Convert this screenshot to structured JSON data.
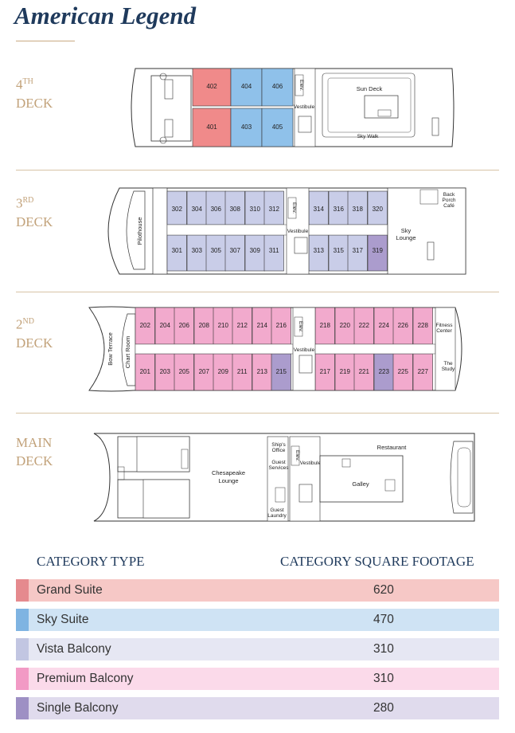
{
  "title": "American Legend",
  "colors": {
    "grand_suite": "#f08a8a",
    "sky_suite": "#8fc1ea",
    "vista_balcony": "#c9cde8",
    "premium_balcony": "#f2aacd",
    "single_balcony": "#ab9ccd"
  },
  "decks": [
    {
      "name": "4TH DECK",
      "ord": "4",
      "sup": "TH",
      "word": "DECK"
    },
    {
      "name": "3RD DECK",
      "ord": "3",
      "sup": "RD",
      "word": "DECK"
    },
    {
      "name": "2ND DECK",
      "ord": "2",
      "sup": "ND",
      "word": "DECK"
    },
    {
      "name": "MAIN DECK",
      "line1": "MAIN",
      "line2": "DECK"
    }
  ],
  "deck4": {
    "cabins_top": [
      "402",
      "404",
      "406"
    ],
    "cabins_bottom": [
      "401",
      "403",
      "405"
    ],
    "elev": "Elev.",
    "vestibule": "Vestibule",
    "sun_deck": "Sun Deck",
    "sky_walk": "Sky Walk"
  },
  "deck3": {
    "cabins_top": [
      "302",
      "304",
      "306",
      "308",
      "310",
      "312",
      "314",
      "316",
      "318",
      "320"
    ],
    "cabins_bottom": [
      "301",
      "303",
      "305",
      "307",
      "309",
      "311",
      "313",
      "315",
      "317",
      "319"
    ],
    "pilothouse": "Pilothouse",
    "elev": "Elev.",
    "vestibule": "Vestibule",
    "sky_lounge_1": "Sky",
    "sky_lounge_2": "Lounge",
    "back_porch_1": "Back",
    "back_porch_2": "Porch",
    "back_porch_3": "Café"
  },
  "deck2": {
    "cabins_top": [
      "202",
      "204",
      "206",
      "208",
      "210",
      "212",
      "214",
      "216",
      "218",
      "220",
      "222",
      "224",
      "226",
      "228"
    ],
    "cabins_bottom": [
      "201",
      "203",
      "205",
      "207",
      "209",
      "211",
      "213",
      "215",
      "217",
      "219",
      "221",
      "223",
      "225",
      "227"
    ],
    "bow_terrace": "Bow Terrace",
    "chart_room": "Chart Room",
    "elev": "Elev.",
    "vestibule": "Vestibule",
    "fitness_1": "Fitness",
    "fitness_2": "Center",
    "study_1": "The",
    "study_2": "Study"
  },
  "deck_main": {
    "chesapeake_1": "Chesapeake",
    "chesapeake_2": "Lounge",
    "ships_office_1": "Ship's",
    "ships_office_2": "Office",
    "guest_services_1": "Guest",
    "guest_services_2": "Services",
    "guest_laundry_1": "Guest",
    "guest_laundry_2": "Laundry",
    "elev": "Elev.",
    "vestibule": "Vestibule",
    "restaurant": "Restaurant",
    "galley": "Galley"
  },
  "legend": {
    "header_type": "CATEGORY TYPE",
    "header_footage": "CATEGORY SQUARE FOOTAGE",
    "rows": [
      {
        "name": "Grand Suite",
        "footage": "620",
        "swatch": "#e58a8e",
        "bg": "#f6c8c6"
      },
      {
        "name": "Sky Suite",
        "footage": "470",
        "swatch": "#7fb4e2",
        "bg": "#cfe3f4"
      },
      {
        "name": "Vista Balcony",
        "footage": "310",
        "swatch": "#c2c6e2",
        "bg": "#e6e7f3"
      },
      {
        "name": "Premium Balcony",
        "footage": "310",
        "swatch": "#f29ac5",
        "bg": "#fbdaea"
      },
      {
        "name": "Single Balcony",
        "footage": "280",
        "swatch": "#9e90c4",
        "bg": "#e0dbed"
      }
    ]
  }
}
